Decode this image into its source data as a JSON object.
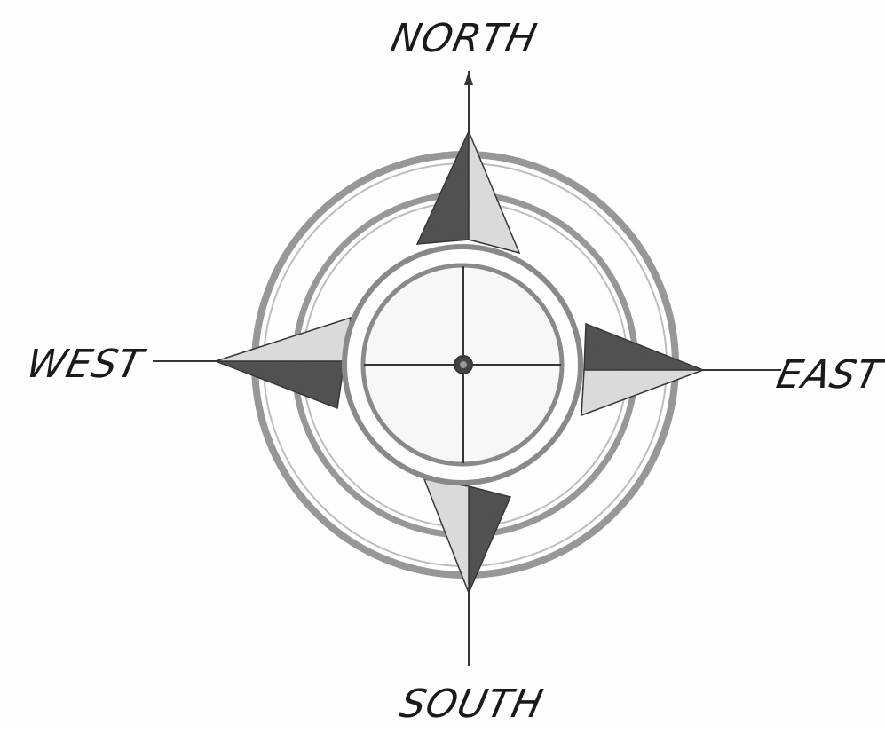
{
  "labels": {
    "north": "NORTH",
    "south": "SOUTH",
    "east": "EAST",
    "west": "WEST"
  },
  "colors": {
    "ink": "#1a1a1a",
    "shade_dark": "#3a3a3a",
    "shade_light": "#d6d6d6",
    "ring": "#8a8a8a",
    "paper": "#ffffff"
  }
}
